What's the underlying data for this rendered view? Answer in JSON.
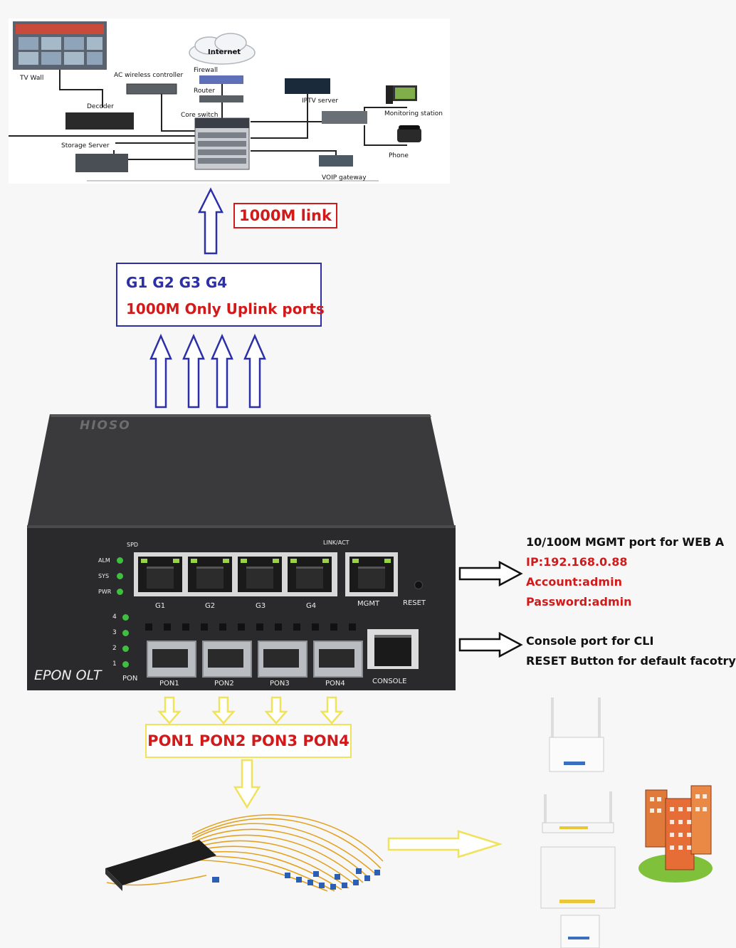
{
  "topology": {
    "tv_wall": "TV Wall",
    "ac_controller": "AC wireless controller",
    "internet": "Internet",
    "firewall": "Firewall",
    "router": "Router",
    "iptv_server": "IPTV server",
    "decoder": "Decoder",
    "core_switch": "Core switch",
    "monitoring_station": "Monitoring station",
    "storage_server": "Storage Server",
    "phone": "Phone",
    "voip_gateway": "VOIP gateway"
  },
  "link_box": "1000M link",
  "uplink_box": {
    "line1": "G1 G2 G3 G4",
    "line2": "1000M Only Uplink ports"
  },
  "device": {
    "brand": "HIOSO",
    "model": "EPON OLT",
    "leds": [
      "ALM",
      "SYS",
      "PWR"
    ],
    "spd": "SPD",
    "link_act": "LINK/ACT",
    "rj45_ports": [
      "G1",
      "G2",
      "G3",
      "G4"
    ],
    "mgmt": "MGMT",
    "reset": "RESET",
    "pon_nums": [
      "4",
      "3",
      "2",
      "1"
    ],
    "pon": "PON",
    "sfp_ports": [
      "PON1",
      "PON2",
      "PON3",
      "PON4"
    ],
    "console": "CONSOLE"
  },
  "mgmt_info": {
    "title": "10/100M MGMT port for WEB A",
    "ip": "IP:192.168.0.88",
    "account": "Account:admin",
    "password": "Password:admin"
  },
  "console_info": {
    "line1": "Console port for CLI",
    "line2": "RESET Button for default facotry"
  },
  "pon_box": "PON1 PON2 PON3 PON4",
  "colors": {
    "red": "#d21a1a",
    "blue": "#2b2fa8",
    "yellow": "#f0e25a",
    "device": "#2e2e30"
  }
}
